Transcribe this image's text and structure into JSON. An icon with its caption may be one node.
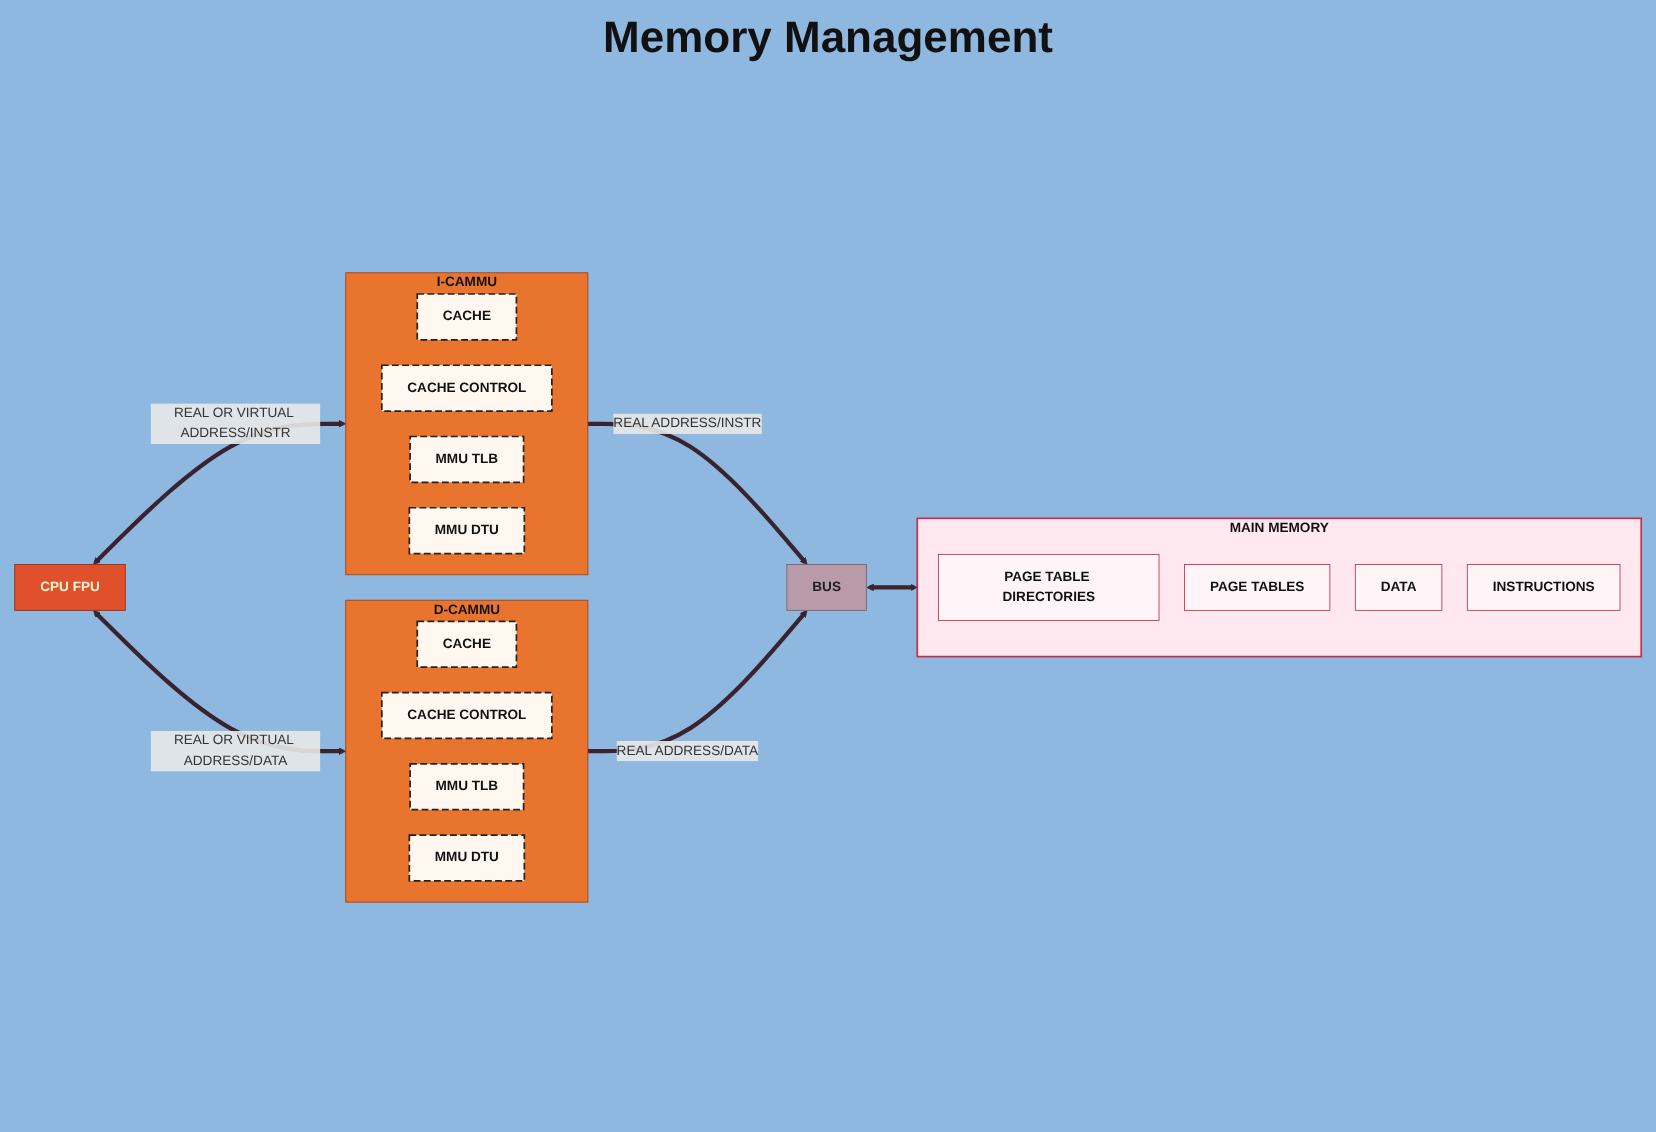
{
  "diagram": {
    "title": "Memory Management",
    "nodes": [
      {
        "text": [
          "CPU FPU"
        ]
      },
      {
        "text": [
          "I-CAMMU"
        ]
      },
      {
        "text": [
          "CACHE"
        ],
        "in": 1
      },
      {
        "text": [
          "CACHE CONTROL"
        ],
        "in": 1
      },
      {
        "text": [
          "MMU TLB"
        ],
        "in": 1
      },
      {
        "text": [
          "MMU DTU"
        ],
        "in": 1
      },
      {
        "text": [
          "D-CAMMU"
        ]
      },
      {
        "text": [
          "CACHE"
        ],
        "in": 6
      },
      {
        "text": [
          "CACHE CONTROL"
        ],
        "in": 6
      },
      {
        "text": [
          "MMU TLB"
        ],
        "in": 6
      },
      {
        "text": [
          "MMU DTU"
        ],
        "in": 6
      },
      {
        "text": [
          "BUS"
        ]
      },
      {
        "text": [
          "MAIN MEMORY"
        ]
      },
      {
        "text": [
          "PAGE TABLE DIRECTORIES"
        ],
        "in": 12
      },
      {
        "text": [
          "PAGE TABLES"
        ],
        "in": 12
      },
      {
        "text": [
          "DATA"
        ],
        "in": 12
      },
      {
        "text": [
          "INSTRUCTIONS"
        ],
        "in": 12
      }
    ],
    "edges": [
      {
        "from": 0,
        "to": 1,
        "arrow": "both",
        "label": "REAL OR VIRTUAL ADDRESS/INSTR"
      },
      {
        "from": 0,
        "to": 6,
        "arrow": "both",
        "label": "REAL OR VIRTUAL ADDRESS/DATA"
      },
      {
        "from": 1,
        "to": 11,
        "arrow": "to",
        "label": "REAL ADDRESS/INSTR"
      },
      {
        "from": 6,
        "to": 11,
        "arrow": "to",
        "label": "REAL ADDRESS/DATA"
      },
      {
        "from": 11,
        "to": 12,
        "arrow": "both"
      }
    ]
  }
}
